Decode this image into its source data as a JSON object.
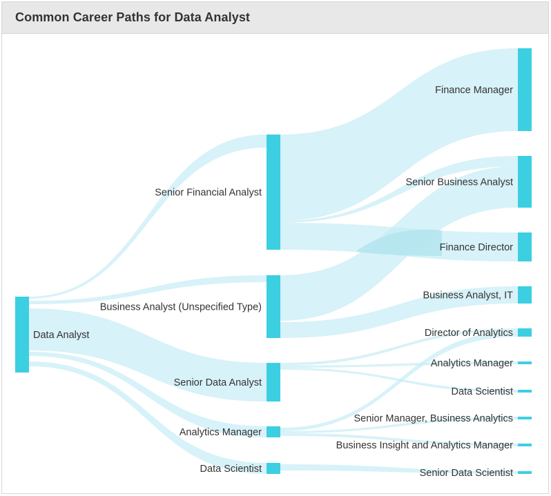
{
  "header": {
    "title": "Common Career Paths for Data Analyst"
  },
  "colors": {
    "node": "#3ccfe2",
    "link": "#c4ecf4",
    "link_highlight": "#a9e0eb",
    "text": "#333333"
  },
  "nodes": [
    {
      "id": "data_analyst",
      "label": "Data Analyst",
      "column": 0
    },
    {
      "id": "senior_financial_analyst",
      "label": "Senior Financial Analyst",
      "column": 1
    },
    {
      "id": "business_analyst_unspecified",
      "label": "Business Analyst (Unspecified Type)",
      "column": 1
    },
    {
      "id": "senior_data_analyst",
      "label": "Senior Data Analyst",
      "column": 1
    },
    {
      "id": "analytics_manager_mid",
      "label": "Analytics Manager",
      "column": 1
    },
    {
      "id": "data_scientist_mid",
      "label": "Data Scientist",
      "column": 1
    },
    {
      "id": "finance_manager",
      "label": "Finance Manager",
      "column": 2
    },
    {
      "id": "senior_business_analyst",
      "label": "Senior Business Analyst",
      "column": 2
    },
    {
      "id": "finance_director",
      "label": "Finance Director",
      "column": 2
    },
    {
      "id": "business_analyst_it",
      "label": "Business Analyst, IT",
      "column": 2
    },
    {
      "id": "director_of_analytics",
      "label": "Director of Analytics",
      "column": 2
    },
    {
      "id": "analytics_manager_end",
      "label": "Analytics Manager",
      "column": 2
    },
    {
      "id": "data_scientist_end",
      "label": "Data Scientist",
      "column": 2
    },
    {
      "id": "senior_manager_business_analytics",
      "label": "Senior Manager, Business Analytics",
      "column": 2
    },
    {
      "id": "business_insight_analytics_manager",
      "label": "Business Insight and Analytics Manager",
      "column": 2
    },
    {
      "id": "senior_data_scientist",
      "label": "Senior Data Scientist",
      "column": 2
    }
  ],
  "links": [
    {
      "source": "data_analyst",
      "target": "senior_financial_analyst"
    },
    {
      "source": "data_analyst",
      "target": "business_analyst_unspecified"
    },
    {
      "source": "data_analyst",
      "target": "senior_data_analyst"
    },
    {
      "source": "data_analyst",
      "target": "analytics_manager_mid"
    },
    {
      "source": "data_analyst",
      "target": "data_scientist_mid"
    },
    {
      "source": "senior_financial_analyst",
      "target": "finance_manager"
    },
    {
      "source": "senior_financial_analyst",
      "target": "senior_business_analyst"
    },
    {
      "source": "senior_financial_analyst",
      "target": "finance_director"
    },
    {
      "source": "business_analyst_unspecified",
      "target": "senior_business_analyst"
    },
    {
      "source": "business_analyst_unspecified",
      "target": "business_analyst_it"
    },
    {
      "source": "senior_data_analyst",
      "target": "director_of_analytics"
    },
    {
      "source": "senior_data_analyst",
      "target": "analytics_manager_end"
    },
    {
      "source": "senior_data_analyst",
      "target": "data_scientist_end"
    },
    {
      "source": "analytics_manager_mid",
      "target": "director_of_analytics"
    },
    {
      "source": "analytics_manager_mid",
      "target": "senior_manager_business_analytics"
    },
    {
      "source": "analytics_manager_mid",
      "target": "business_insight_analytics_manager"
    },
    {
      "source": "data_scientist_mid",
      "target": "senior_data_scientist"
    }
  ]
}
